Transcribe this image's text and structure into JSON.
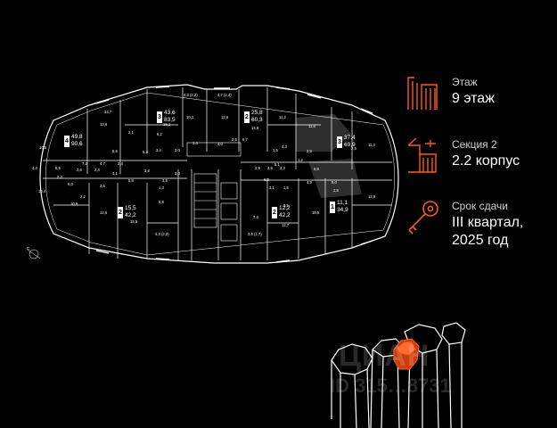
{
  "colors": {
    "background": "#000000",
    "accent": "#ff5a1f",
    "line": "#ffffff",
    "highlight_fill": "#2e2e2e"
  },
  "info": [
    {
      "icon": "floor-stack-icon",
      "label": "Этаж",
      "value": "9 этаж"
    },
    {
      "icon": "building-section-icon",
      "label": "Секция 2",
      "value": "2.2 корпус"
    },
    {
      "icon": "key-icon",
      "label": "Срок сдачи",
      "value": "III квартал,\n2025 год"
    }
  ],
  "apartments": [
    {
      "rooms": "4",
      "area_living": "49,8",
      "area_total": "90,6"
    },
    {
      "rooms": "3",
      "area_living": "43,6",
      "area_total": "83,5"
    },
    {
      "rooms": "2",
      "area_living": "25,8",
      "area_total": "60,3"
    },
    {
      "rooms": "3",
      "area_living": "37,4",
      "area_total": "69,9"
    },
    {
      "rooms": "2",
      "area_living": "15,5",
      "area_total": "42,2"
    },
    {
      "rooms": "2",
      "area_living": "12,2",
      "area_total": "42,2"
    },
    {
      "rooms": "1",
      "area_living": "11,1",
      "area_total": "34,9"
    }
  ],
  "room_labels": [
    "10,5",
    "14,7",
    "13,8",
    "15,1",
    "10,1",
    "12,5",
    "14,6",
    "11,2",
    "11,8",
    "11,4",
    "10,4",
    "10,9",
    "12,5",
    "15,5",
    "5,8",
    "7,4",
    "12,7",
    "10,5",
    "12,9",
    "4,3 (2,2)",
    "4,7 (2,4)",
    "4,3 (2,2)",
    "3,6 (1,7)",
    "6,5",
    "6,7",
    "4,4",
    "2,1",
    "8,2",
    "2,5",
    "3,4",
    "2,0",
    "5,3",
    "8,6",
    "2,6",
    "2,3",
    "2,4",
    "3,8",
    "3,0",
    "4,1",
    "6,0",
    "2,6",
    "3,5",
    "5,8",
    "2,2",
    "3,1",
    "1,3",
    "1,6",
    "5,1",
    "4,3",
    "6,9",
    "7,2",
    "4,7",
    "2,4",
    "2,9",
    "3,9",
    "1,2",
    "2,9",
    "1,5",
    "2,9",
    "6,2",
    "3,3",
    "3,5",
    "4,0",
    "1,4",
    "5,0",
    "2,8",
    "4,9"
  ],
  "compass": {
    "label": "С"
  },
  "watermark": {
    "logo": "ЦИАН",
    "id": "ID 315…8731"
  }
}
